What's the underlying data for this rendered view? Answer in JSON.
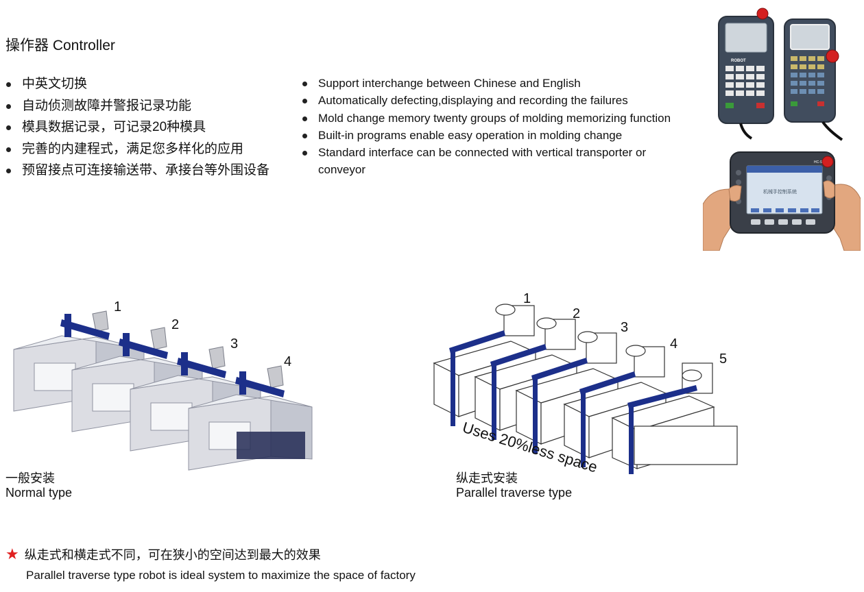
{
  "section": {
    "title": "操作器 Controller"
  },
  "features_cn": [
    "中英文切换",
    "自动侦测故障并警报记录功能",
    "模具数据记录，可记录20种模具",
    "完善的内建程式，满足您多样化的应用",
    "预留接点可连接输送带、承接台等外围设备"
  ],
  "features_en": [
    "Support interchange between Chinese and English",
    "Automatically defecting,displaying and recording the failures",
    "Mold change memory twenty groups of molding memorizing function",
    "Built-in programs enable easy operation in molding change",
    "Standard interface can be connected with vertical transporter or conveyor"
  ],
  "pendant": {
    "brand": "ROBOT",
    "model": "HC-S1",
    "screen_text": "机械手控制系统"
  },
  "normal_layout": {
    "numbers": [
      "1",
      "2",
      "3",
      "4"
    ],
    "caption_cn": "一般安装",
    "caption_en": "Normal type"
  },
  "parallel_layout": {
    "numbers": [
      "1",
      "2",
      "3",
      "4",
      "5"
    ],
    "annotation": "Uses 20%less space",
    "caption_cn": "纵走式安装",
    "caption_en": "Parallel traverse type"
  },
  "note": {
    "cn": "纵走式和横走式不同，可在狭小的空间达到最大的效果",
    "en": "Parallel traverse type robot is ideal system to maximize the space of factory"
  },
  "colors": {
    "robot_blue": "#1c2f8a",
    "star_red": "#e02020",
    "machine_gray": "#dcdde3"
  }
}
